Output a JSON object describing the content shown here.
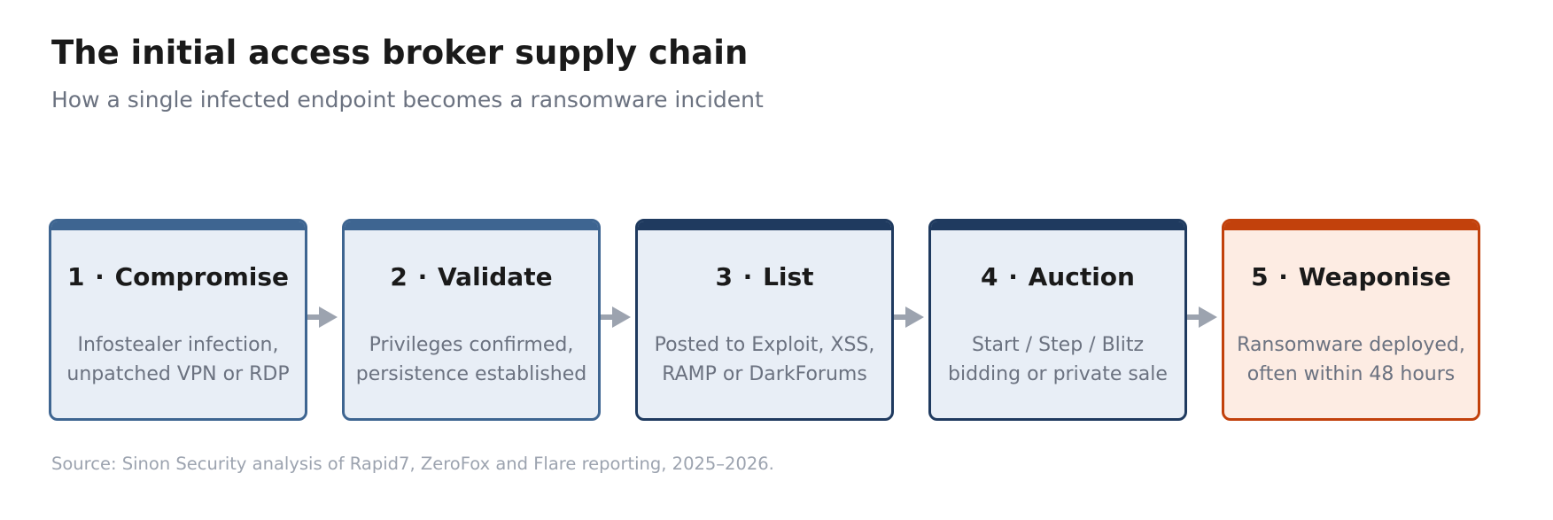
{
  "title": "The initial access broker supply chain",
  "subtitle": "How a single infected endpoint becomes a ransomware incident",
  "stages": [
    {
      "number": "1",
      "separator": "·",
      "name": "Compromise",
      "desc_line1": "Infostealer infection,",
      "desc_line2": "unpatched VPN or RDP",
      "border_color": "#3e6591",
      "bar_color": "#3e6591",
      "fill_color": "#e8eef6"
    },
    {
      "number": "2",
      "separator": "·",
      "name": "Validate",
      "desc_line1": "Privileges confirmed,",
      "desc_line2": "persistence established",
      "border_color": "#3e6591",
      "bar_color": "#3e6591",
      "fill_color": "#e8eef6"
    },
    {
      "number": "3",
      "separator": "·",
      "name": "List",
      "desc_line1": "Posted to Exploit, XSS,",
      "desc_line2": "RAMP or DarkForums",
      "border_color": "#1f3a5f",
      "bar_color": "#1f3a5f",
      "fill_color": "#e8eef6"
    },
    {
      "number": "4",
      "separator": "·",
      "name": "Auction",
      "desc_line1": "Start / Step / Blitz",
      "desc_line2": "bidding or private sale",
      "border_color": "#1f3a5f",
      "bar_color": "#1f3a5f",
      "fill_color": "#e8eef6"
    },
    {
      "number": "5",
      "separator": "·",
      "name": "Weaponise",
      "desc_line1": "Ransomware deployed,",
      "desc_line2": "often within 48 hours",
      "border_color": "#c2410c",
      "bar_color": "#c2410c",
      "fill_color": "#fdece3"
    }
  ],
  "arrow_color": "#9ca3af",
  "source": "Source: Sinon Security analysis of Rapid7, ZeroFox and Flare reporting, 2025–2026."
}
